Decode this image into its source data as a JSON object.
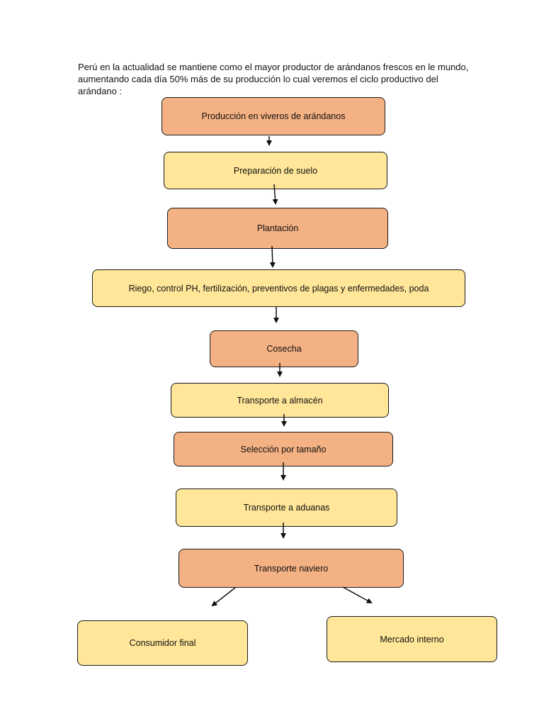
{
  "intro_text": "Perú en la actualidad se mantiene como el mayor productor de arándanos frescos en le mundo, aumentando cada día 50% más de su producción lo cual veremos el ciclo productivo del arándano :",
  "colors": {
    "orange": "#f4b183",
    "yellow": "#ffe699",
    "border": "#1a1a1a"
  },
  "flow": {
    "steps": [
      {
        "label": "Producción en viveros de arándanos",
        "color": "orange"
      },
      {
        "label": "Preparación de suelo",
        "color": "yellow"
      },
      {
        "label": "Plantación",
        "color": "orange"
      },
      {
        "label": "Riego, control PH, fertilización, preventivos de plagas y enfermedades, poda",
        "color": "yellow"
      },
      {
        "label": "Cosecha",
        "color": "orange"
      },
      {
        "label": "Transporte a almacén",
        "color": "yellow"
      },
      {
        "label": "Selección por tamaño",
        "color": "orange"
      },
      {
        "label": "Transporte a aduanas",
        "color": "yellow"
      },
      {
        "label": "Transporte naviero",
        "color": "orange"
      }
    ],
    "outputs": [
      {
        "label": "Consumidor final",
        "color": "yellow"
      },
      {
        "label": "Mercado interno",
        "color": "yellow"
      }
    ]
  }
}
